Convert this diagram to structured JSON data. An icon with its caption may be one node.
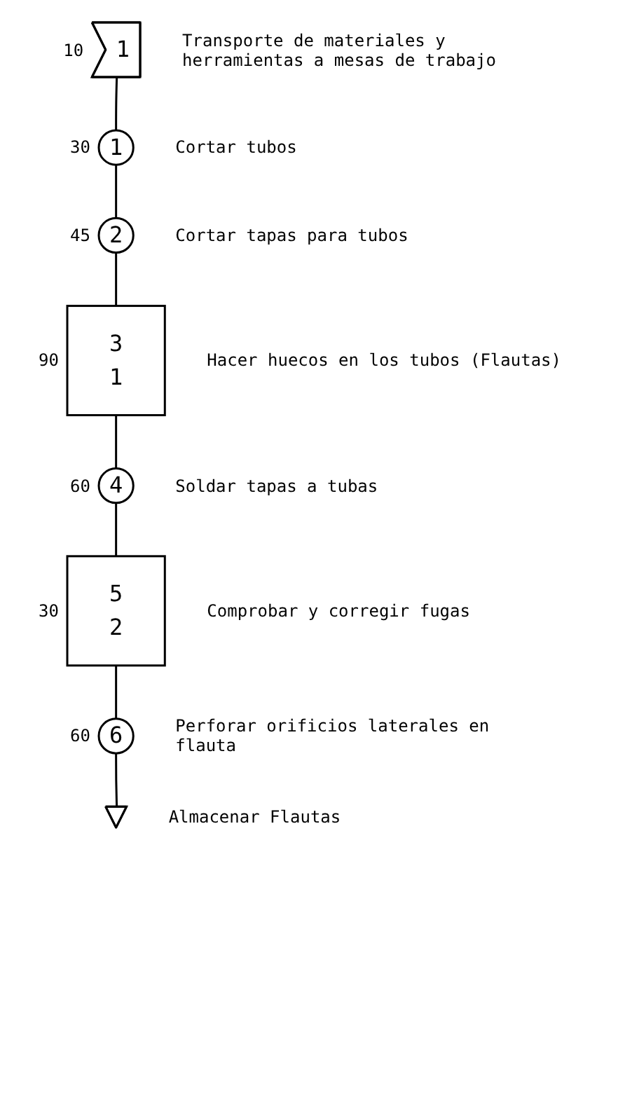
{
  "diagram": {
    "nodes": [
      {
        "text": [
          "1"
        ],
        "beside": [
          "10",
          "Transporte de materiales y herramientas a mesas de trabajo"
        ]
      },
      {
        "text": [
          "1"
        ],
        "beside": [
          "30",
          "Cortar tubos"
        ]
      },
      {
        "text": [
          "2"
        ],
        "beside": [
          "45",
          "Cortar tapas para tubos"
        ]
      },
      {
        "text": [
          "3",
          "1"
        ],
        "beside": [
          "90",
          "Hacer huecos en los tubos (Flautas)"
        ]
      },
      {
        "text": [
          "4"
        ],
        "beside": [
          "60",
          "Soldar tapas a tubas"
        ]
      },
      {
        "text": [
          "5",
          "2"
        ],
        "beside": [
          "30",
          "Comprobar y corregir fugas"
        ]
      },
      {
        "text": [
          "6"
        ],
        "beside": [
          "60",
          "Perforar orificios laterales en flauta"
        ]
      },
      {
        "text": [],
        "shape": "triangle",
        "beside": [
          "Almacenar Flautas"
        ]
      }
    ],
    "edges": [
      {
        "from": 0,
        "to": 1,
        "arrow": "none"
      },
      {
        "from": 1,
        "to": 2,
        "arrow": "none"
      },
      {
        "from": 2,
        "to": 3,
        "arrow": "none"
      },
      {
        "from": 3,
        "to": 4,
        "arrow": "none"
      },
      {
        "from": 4,
        "to": 5,
        "arrow": "none"
      },
      {
        "from": 5,
        "to": 6,
        "arrow": "none"
      },
      {
        "from": 6,
        "to": 7,
        "arrow": "none"
      }
    ]
  }
}
